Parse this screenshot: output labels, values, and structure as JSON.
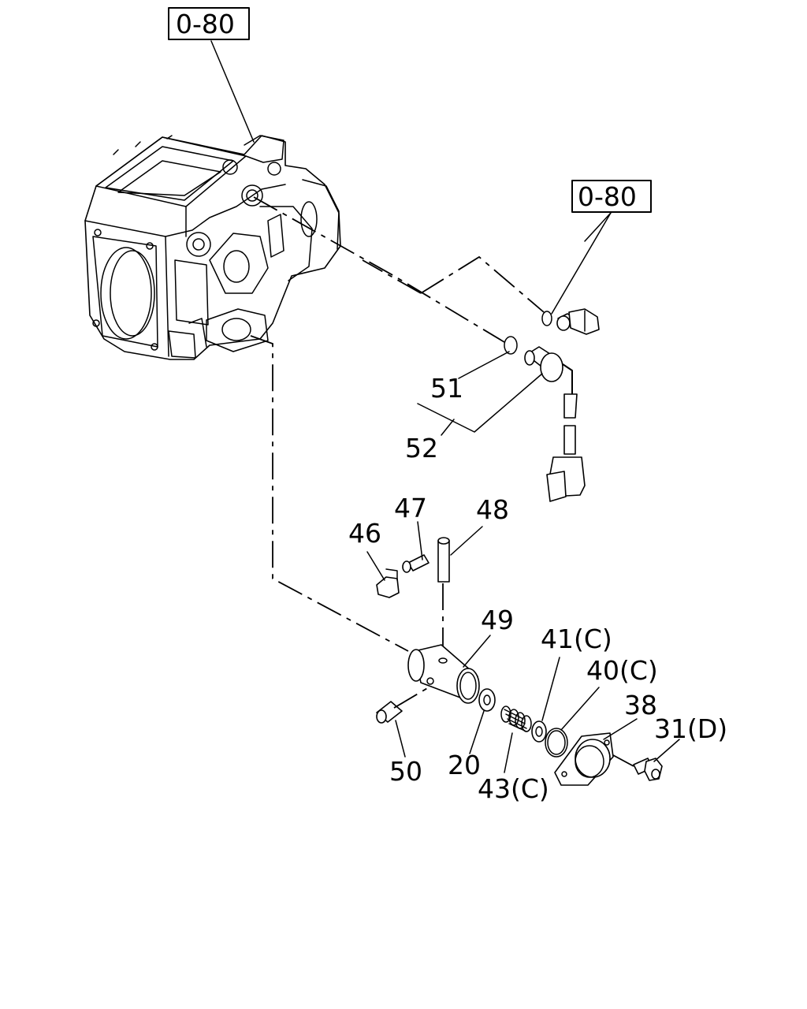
{
  "diagram": {
    "reference_boxes": [
      {
        "id": "ref-top",
        "text": "0-80"
      },
      {
        "id": "ref-right",
        "text": "0-80"
      }
    ],
    "callouts": [
      {
        "id": "c51",
        "text": "51"
      },
      {
        "id": "c52",
        "text": "52"
      },
      {
        "id": "c46",
        "text": "46"
      },
      {
        "id": "c47",
        "text": "47"
      },
      {
        "id": "c48",
        "text": "48"
      },
      {
        "id": "c49",
        "text": "49"
      },
      {
        "id": "c41",
        "text": "41(C)"
      },
      {
        "id": "c40",
        "text": "40(C)"
      },
      {
        "id": "c38",
        "text": "38"
      },
      {
        "id": "c31",
        "text": "31(D)"
      },
      {
        "id": "c50",
        "text": "50"
      },
      {
        "id": "c20",
        "text": "20"
      },
      {
        "id": "c43",
        "text": "43(C)"
      }
    ]
  }
}
